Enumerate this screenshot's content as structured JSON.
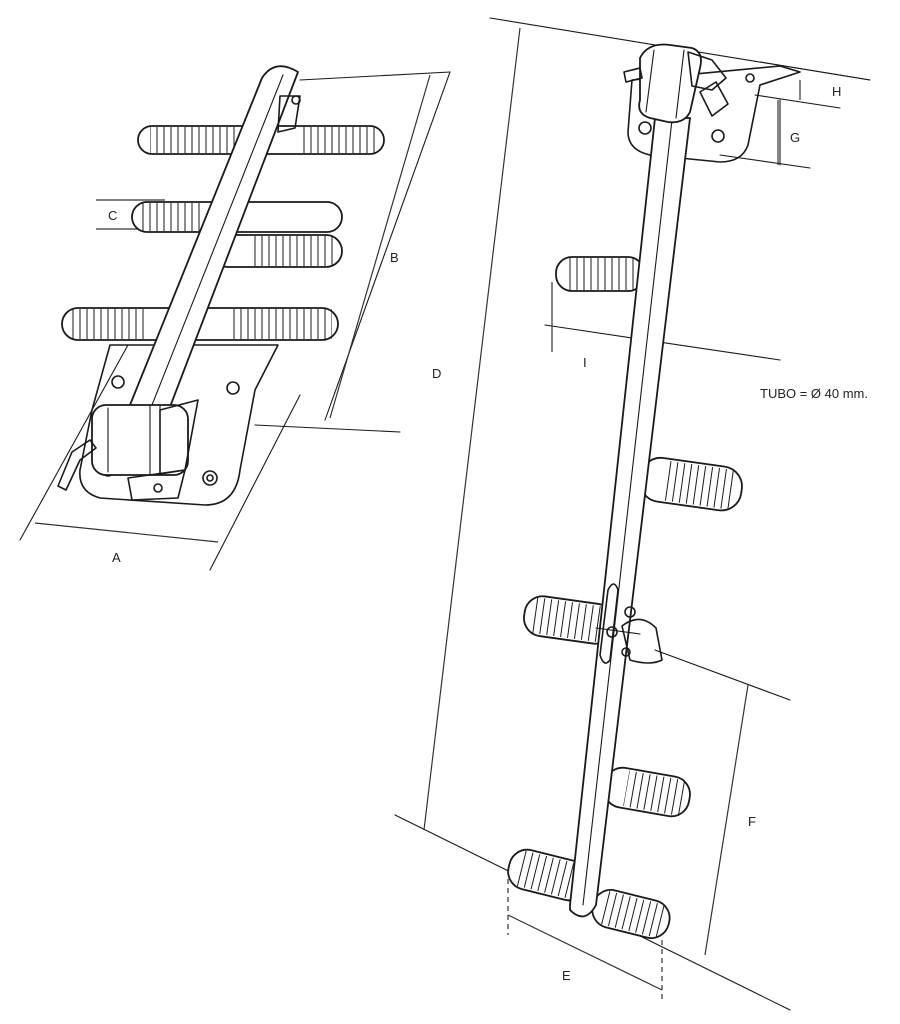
{
  "labels": {
    "a": "A",
    "b": "B",
    "c": "C",
    "d": "D",
    "e": "E",
    "f": "F",
    "g": "G",
    "h": "H",
    "i": "I",
    "tubo": "TUBO =  Ø 40 mm."
  }
}
